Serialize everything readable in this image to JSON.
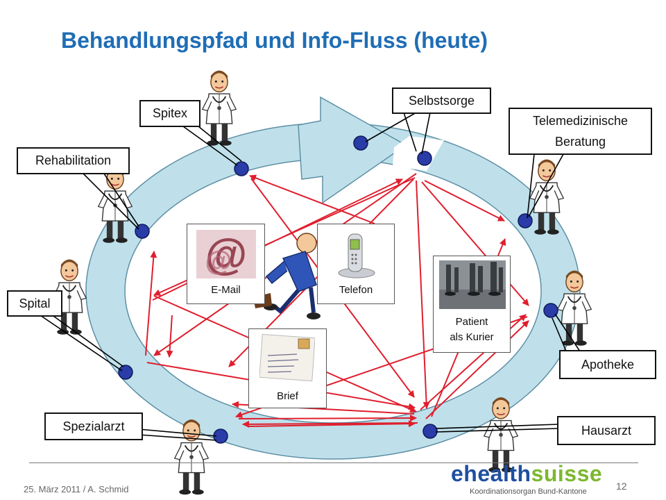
{
  "title": "Behandlungspfad und Info-Fluss (heute)",
  "labels": {
    "selbstsorge": "Selbstsorge",
    "spitex": "Spitex",
    "telemed_line1": "Telemedizinische",
    "telemed_line2": "Beratung",
    "rehabilitation": "Rehabilitation",
    "spital": "Spital",
    "apotheke": "Apotheke",
    "spezialarzt": "Spezialarzt",
    "hausarzt": "Hausarzt"
  },
  "media": {
    "email": "E-Mail",
    "telefon": "Telefon",
    "patient_line1": "Patient",
    "patient_line2": "als Kurier",
    "brief": "Brief"
  },
  "footer": {
    "date_author": "25. März 2011 / A. Schmid",
    "page_number": "12",
    "logo_part1": "ehealth",
    "logo_part2": "suisse",
    "logo_subtitle": "Koordinationsorgan Bund-Kantone"
  },
  "colors": {
    "title": "#1f6db5",
    "ring_fill": "#bfe0ea",
    "ring_stroke": "#5d8fa5",
    "node_fill": "#2a3ca8",
    "arrow": "#e01e2d",
    "logo_blue": "#1f4fa0",
    "logo_green": "#7cb82f"
  },
  "icons": [
    "doctor-icon",
    "email-at-icon",
    "telephone-icon",
    "walking-feet-icon",
    "letter-envelope-icon",
    "courier-figure-icon"
  ]
}
